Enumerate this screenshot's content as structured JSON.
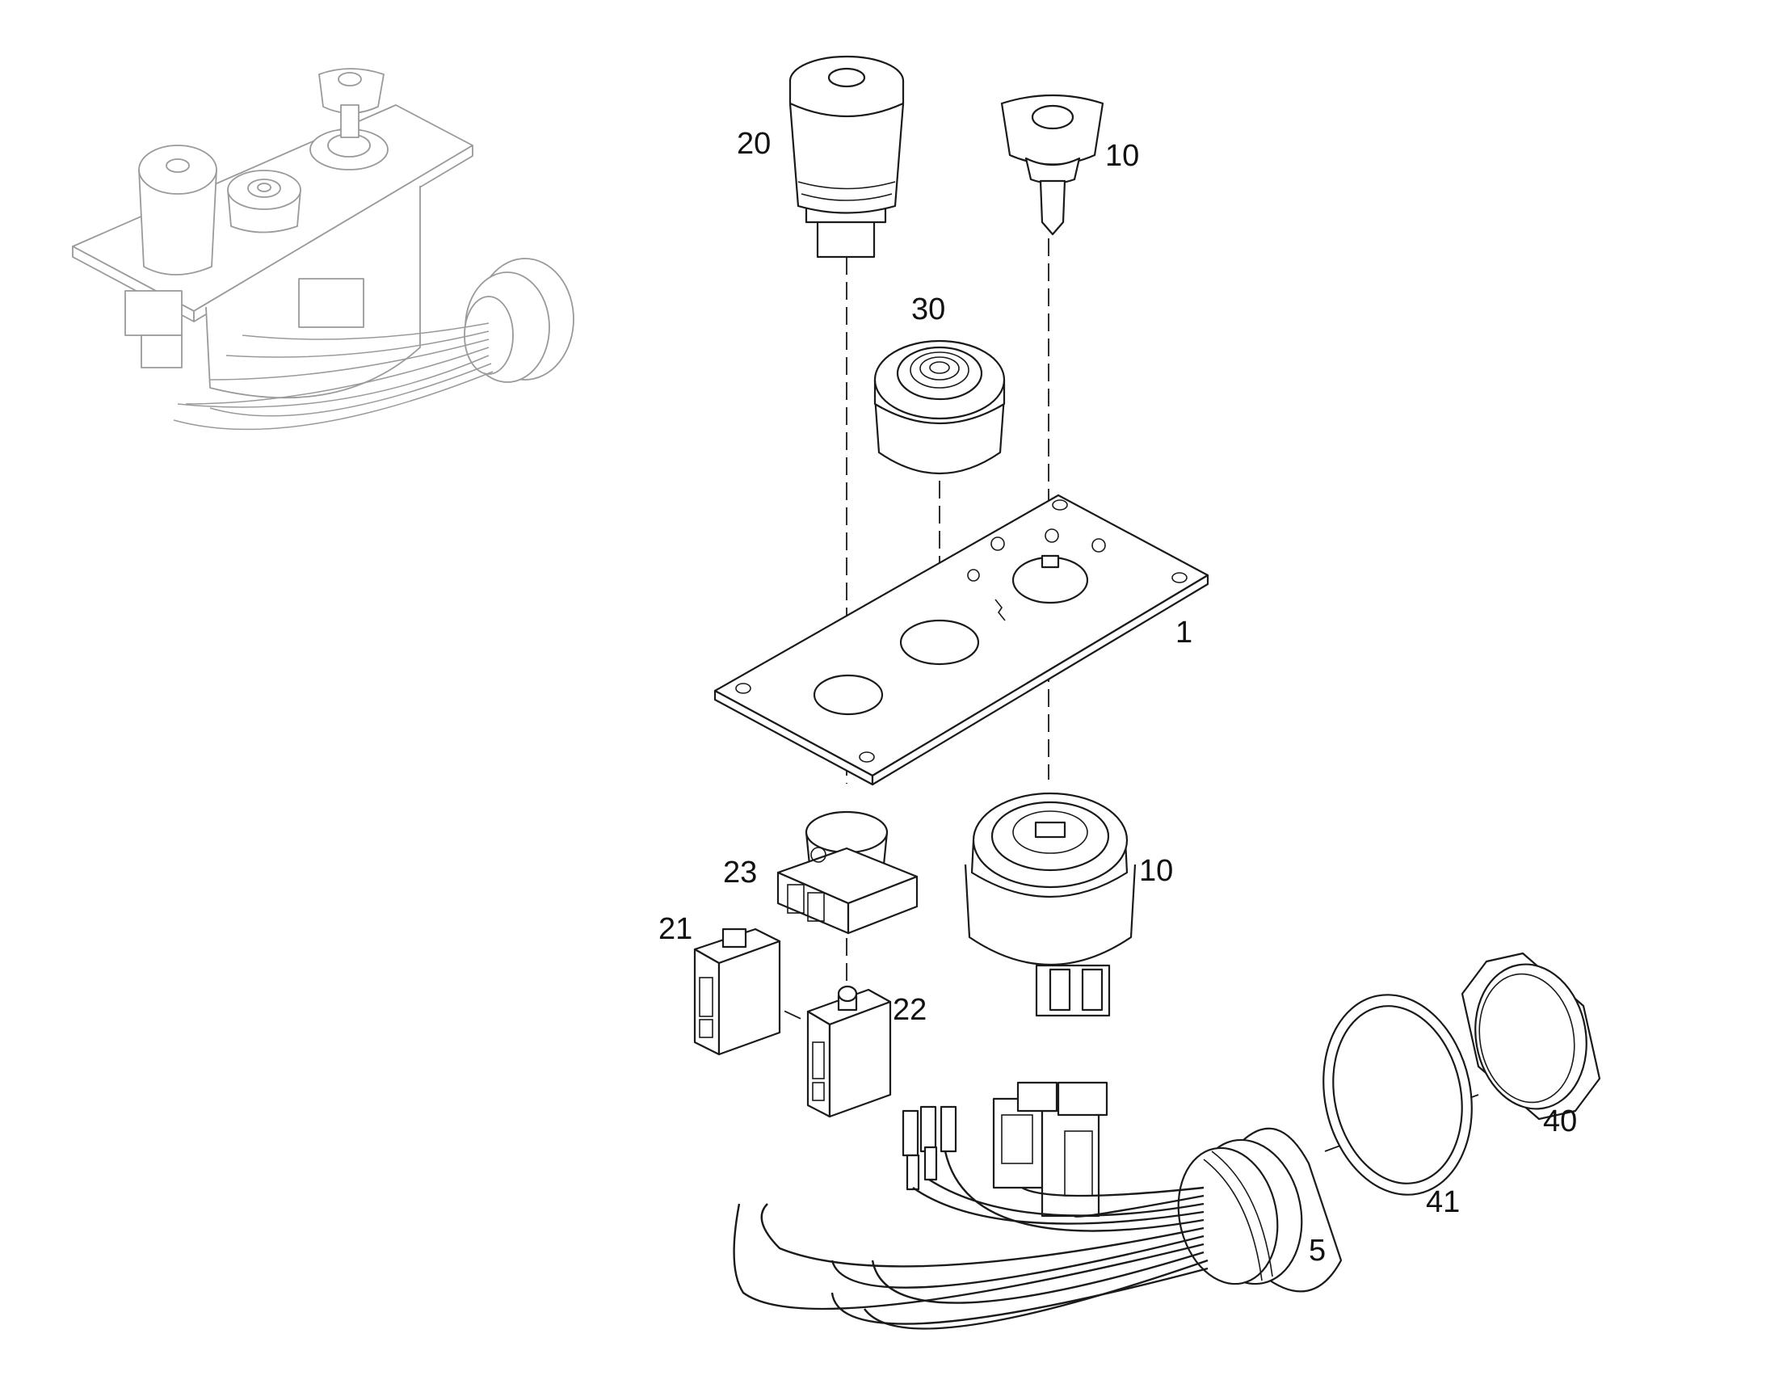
{
  "callouts": {
    "c20": "20",
    "c10_key": "10",
    "c30": "30",
    "c1": "1",
    "c23": "23",
    "c10_switch": "10",
    "c21": "21",
    "c22": "22",
    "c40": "40",
    "c41": "41",
    "c5": "5"
  },
  "colors": {
    "line": "#1a1a1a",
    "faint": "#9a9a9a",
    "background": "#ffffff"
  }
}
